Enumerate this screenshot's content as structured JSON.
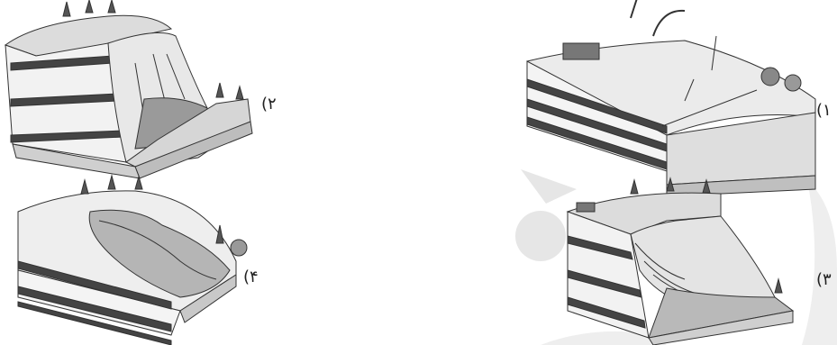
{
  "panels": [
    {
      "id": 1,
      "label": "(۱",
      "type": "creep"
    },
    {
      "id": 2,
      "label": "(۲",
      "type": "rockfall"
    },
    {
      "id": 3,
      "label": "(۳",
      "type": "slump"
    },
    {
      "id": 4,
      "label": "(۴",
      "type": "earthflow"
    }
  ]
}
